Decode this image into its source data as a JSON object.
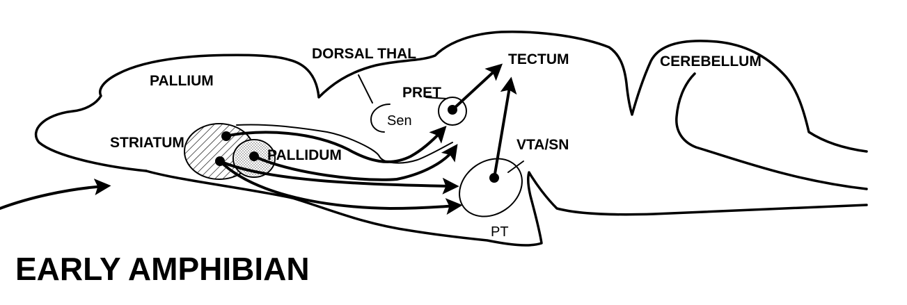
{
  "title": "EARLY AMPHIBIAN",
  "labels": {
    "pallium": "PALLIUM",
    "dorsal_thal": "DORSAL THAL",
    "tectum": "TECTUM",
    "cerebellum": "CEREBELLUM",
    "pret": "PRET",
    "sen": "Sen",
    "striatum": "STRIATUM",
    "pallidum": "PALLIDUM",
    "vta_sn": "VTA/SN",
    "pt": "PT"
  }
}
